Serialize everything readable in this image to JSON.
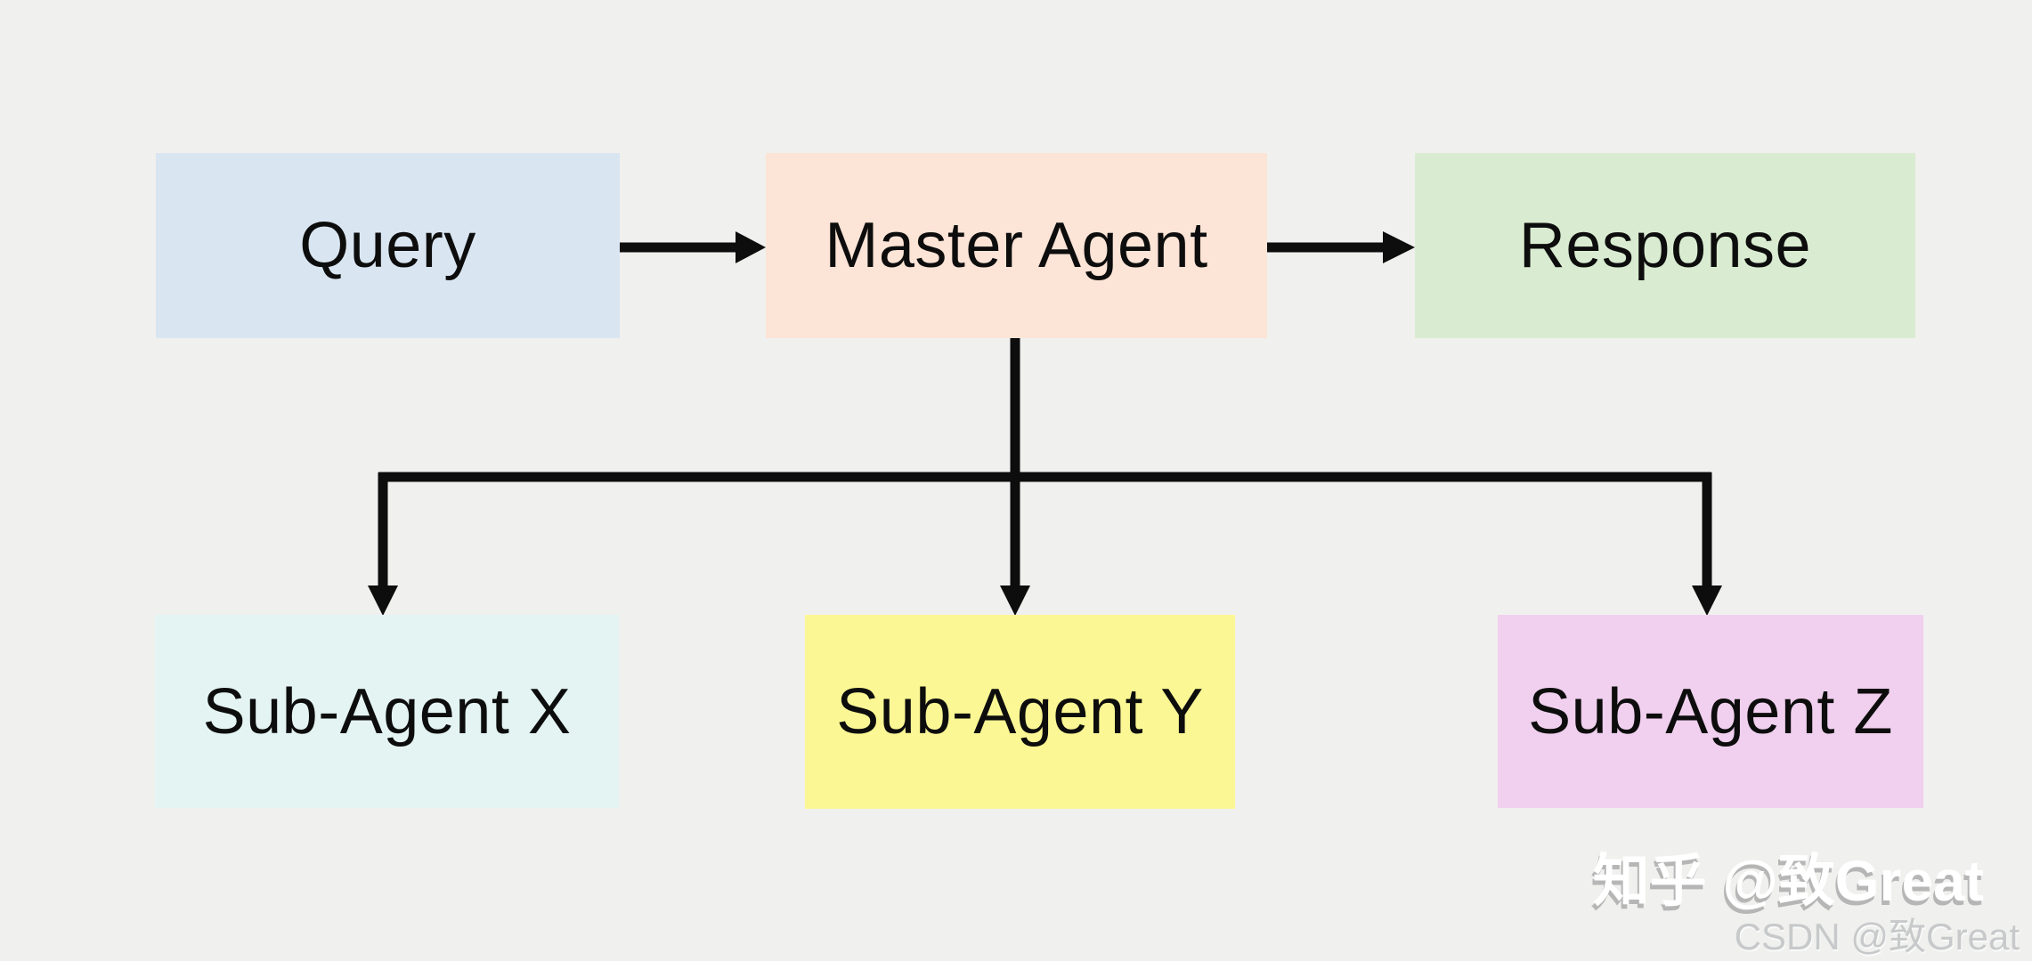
{
  "diagram": {
    "background_color": "#f0f0ee",
    "line_color": "#0d0d0d",
    "nodes": [
      {
        "id": "query",
        "label": "Query",
        "color": "#d9e6f2"
      },
      {
        "id": "master-agent",
        "label": "Master Agent",
        "color": "#fce4d6"
      },
      {
        "id": "response",
        "label": "Response",
        "color": "#d9ecd1"
      },
      {
        "id": "sub-agent-x",
        "label": "Sub-Agent X",
        "color": "#e3f4f3"
      },
      {
        "id": "sub-agent-y",
        "label": "Sub-Agent Y",
        "color": "#fbf794"
      },
      {
        "id": "sub-agent-z",
        "label": "Sub-Agent Z",
        "color": "#f0d0ee"
      }
    ],
    "edges": [
      {
        "from": "query",
        "to": "master-agent"
      },
      {
        "from": "master-agent",
        "to": "response"
      },
      {
        "from": "master-agent",
        "to": "sub-agent-x"
      },
      {
        "from": "master-agent",
        "to": "sub-agent-y"
      },
      {
        "from": "master-agent",
        "to": "sub-agent-z"
      }
    ]
  },
  "watermark": {
    "line1": "知乎 @致Great",
    "line2": "CSDN @致Great"
  }
}
